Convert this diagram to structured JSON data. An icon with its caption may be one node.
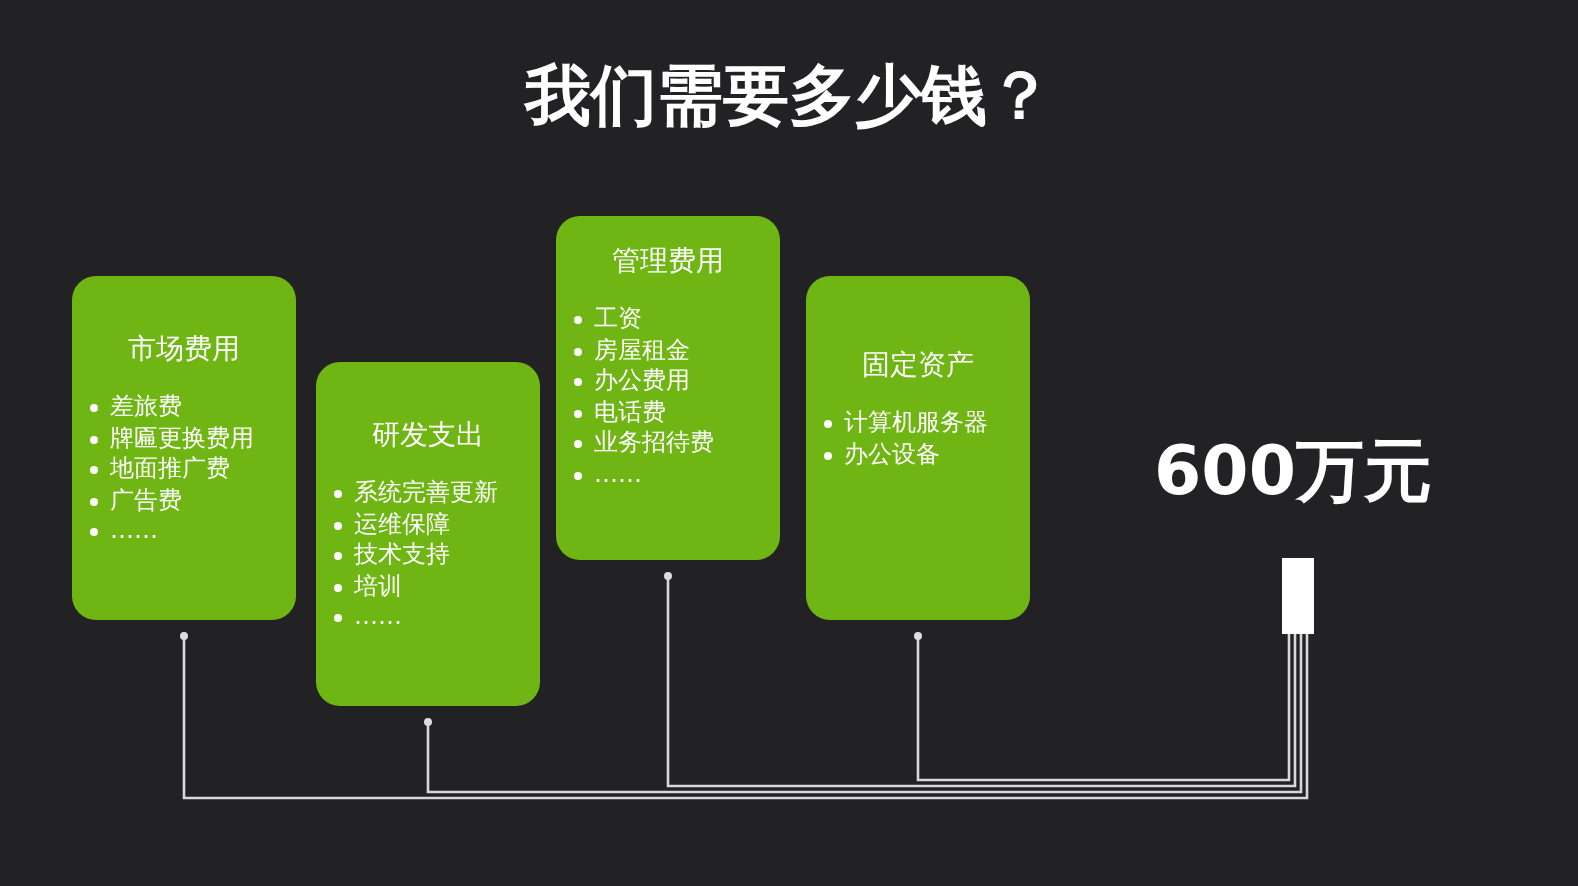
{
  "diagram": {
    "title": "我们需要多少钱？",
    "nodes": [
      {
        "text": [
          "市场费用",
          "差旅费",
          "牌匾更换费用",
          "地面推广费",
          "广告费",
          "……"
        ]
      },
      {
        "text": [
          "研发支出",
          "系统完善更新",
          "运维保障",
          "技术支持",
          "培训",
          "……"
        ]
      },
      {
        "text": [
          "管理费用",
          "工资",
          "房屋租金",
          "办公费用",
          "电话费",
          "业务招待费",
          "……"
        ]
      },
      {
        "text": [
          "固定资产",
          "计算机服务器",
          "办公设备"
        ]
      },
      {
        "text": [],
        "shape": "box",
        "beside": [
          "600万元"
        ]
      }
    ],
    "edges": [
      {
        "from": 0,
        "to": 4,
        "arrow": "other"
      },
      {
        "from": 1,
        "to": 4,
        "arrow": "other"
      },
      {
        "from": 2,
        "to": 4,
        "arrow": "other"
      },
      {
        "from": 3,
        "to": 4,
        "arrow": "other"
      }
    ]
  }
}
